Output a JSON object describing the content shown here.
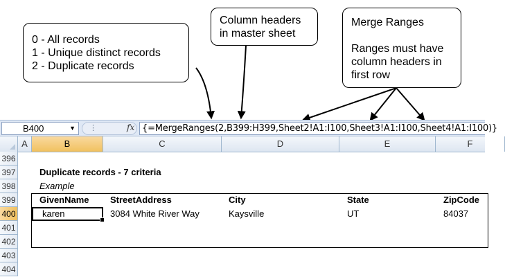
{
  "callouts": {
    "mode": [
      "0 - All records",
      "1 - Unique distinct records",
      "2 - Duplicate records"
    ],
    "headers": [
      "Column headers",
      "in master sheet"
    ],
    "merge": {
      "title": "Merge Ranges",
      "lines": [
        "Ranges must have",
        "column headers in",
        "first row"
      ]
    }
  },
  "formula_bar": {
    "name_box": "B400",
    "fx_label": "fx",
    "formula": "{=MergeRanges(2,B399:H399,Sheet2!A1:I100,Sheet3!A1:I100,Sheet4!A1:I100)}"
  },
  "grid": {
    "columns": [
      "A",
      "B",
      "C",
      "D",
      "E",
      "F"
    ],
    "selected_column": "B",
    "rows": [
      "396",
      "397",
      "398",
      "399",
      "400",
      "401",
      "402",
      "403",
      "404"
    ],
    "selected_row": "400"
  },
  "sheet": {
    "title": "Duplicate records - 7 criteria",
    "subtitle": "Example",
    "headers": [
      "GivenName",
      "StreetAddress",
      "City",
      "State",
      "ZipCode"
    ],
    "record": [
      "karen",
      "3084 White River Way",
      "Kaysville",
      "UT",
      "84037"
    ]
  }
}
